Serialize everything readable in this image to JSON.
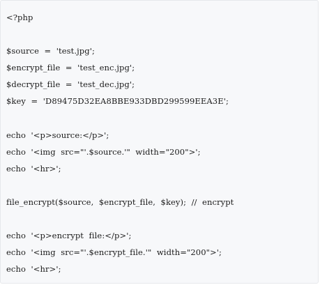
{
  "code": {
    "lines": [
      "<?php",
      "",
      "$source  =  'test.jpg';",
      "$encrypt_file  =  'test_enc.jpg';",
      "$decrypt_file  =  'test_dec.jpg';",
      "$key  =  'D89475D32EA8BBE933DBD299599EEA3E';",
      "",
      "echo  '<p>source:</p>';",
      "echo  '<img  src=\"'.$source.'\"  width=\"200\">';",
      "echo  '<hr>';",
      "",
      "file_encrypt($source,  $encrypt_file,  $key);  //  encrypt",
      "",
      "echo  '<p>encrypt  file:</p>';",
      "echo  '<img  src=\"'.$encrypt_file.'\"  width=\"200\">';",
      "echo  '<hr>';"
    ]
  }
}
